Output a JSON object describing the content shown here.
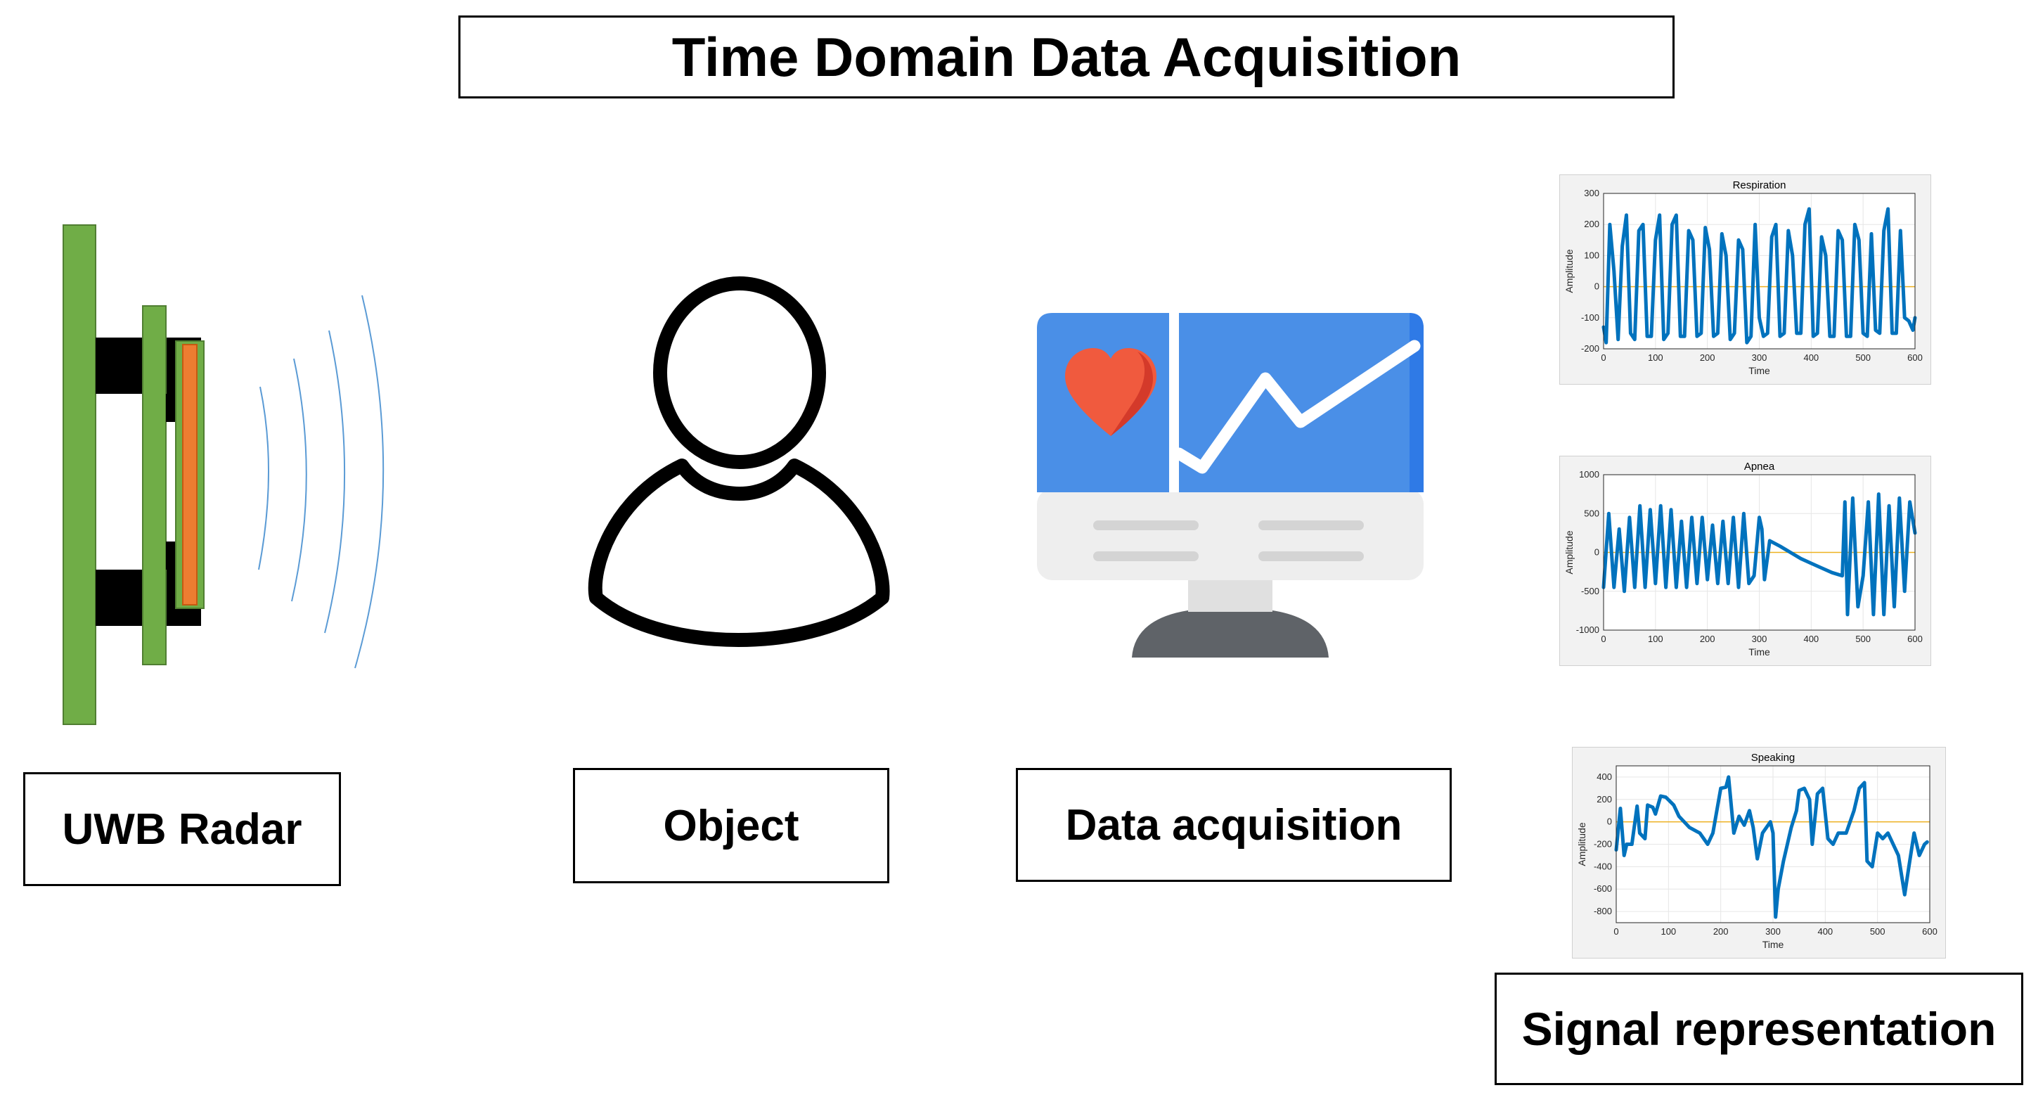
{
  "title": "Time Domain Data Acquisition",
  "labels": {
    "radar": "UWB Radar",
    "object": "Object",
    "data_acquisition": "Data acquisition",
    "signal_representation": "Signal representation"
  },
  "colors": {
    "radar_green": "#70ad47",
    "radar_orange": "#ed7d31",
    "wave_blue": "#5b9bd5",
    "monitor_blue": "#4a8fe7",
    "heart_red": "#f05a3e",
    "signal_blue": "#0072bd",
    "zero_line": "#edb120"
  },
  "icons": [
    "uwb-radar-icon",
    "radar-wave-icon",
    "person-icon",
    "monitor-heart-icon"
  ],
  "chart_data": [
    {
      "type": "line",
      "title": "Respiration",
      "xlabel": "Time",
      "ylabel": "Amplitude",
      "xlim": [
        0,
        600
      ],
      "ylim": [
        -200,
        300
      ],
      "xticks": [
        0,
        100,
        200,
        300,
        400,
        500,
        600
      ],
      "yticks": [
        -200,
        -100,
        0,
        100,
        200,
        300
      ],
      "series": [
        {
          "x": [
            0,
            5,
            12,
            20,
            28,
            36,
            44,
            52,
            60,
            68,
            76,
            84,
            92,
            100,
            108,
            116,
            124,
            132,
            140,
            148,
            156,
            164,
            172,
            180,
            188,
            196,
            204,
            212,
            220,
            228,
            236,
            244,
            252,
            260,
            268,
            276,
            284,
            292,
            300,
            308,
            316,
            324,
            332,
            340,
            348,
            356,
            364,
            372,
            380,
            388,
            396,
            404,
            412,
            420,
            428,
            436,
            444,
            452,
            460,
            468,
            476,
            484,
            492,
            500,
            508,
            516,
            524,
            532,
            540,
            548,
            556,
            564,
            572,
            580,
            588,
            596,
            600
          ],
          "y": [
            -130,
            -180,
            200,
            50,
            -170,
            130,
            230,
            -150,
            -170,
            180,
            200,
            -160,
            -160,
            150,
            230,
            -170,
            -150,
            200,
            230,
            -160,
            -160,
            180,
            150,
            -160,
            -150,
            190,
            120,
            -160,
            -150,
            170,
            100,
            -170,
            -150,
            150,
            120,
            -180,
            -160,
            200,
            -100,
            -160,
            -150,
            160,
            200,
            -160,
            -150,
            180,
            100,
            -150,
            -150,
            200,
            250,
            -160,
            -150,
            160,
            100,
            -160,
            -160,
            180,
            150,
            -160,
            -160,
            200,
            150,
            -150,
            -160,
            170,
            -140,
            -150,
            180,
            250,
            -150,
            -150,
            180,
            -100,
            -110,
            -140,
            -100
          ]
        }
      ]
    },
    {
      "type": "line",
      "title": "Apnea",
      "xlabel": "Time",
      "ylabel": "Amplitude",
      "xlim": [
        0,
        600
      ],
      "ylim": [
        -1000,
        1000
      ],
      "xticks": [
        0,
        100,
        200,
        300,
        400,
        500,
        600
      ],
      "yticks": [
        -1000,
        -500,
        0,
        500,
        1000
      ],
      "series": [
        {
          "x": [
            0,
            10,
            20,
            30,
            40,
            50,
            60,
            70,
            80,
            90,
            100,
            110,
            120,
            130,
            140,
            150,
            160,
            170,
            180,
            190,
            200,
            210,
            220,
            230,
            240,
            250,
            260,
            270,
            280,
            290,
            300,
            305,
            310,
            320,
            340,
            360,
            380,
            400,
            420,
            440,
            460,
            465,
            470,
            480,
            490,
            500,
            510,
            520,
            530,
            540,
            550,
            560,
            570,
            580,
            590,
            600
          ],
          "y": [
            -450,
            500,
            -450,
            300,
            -500,
            450,
            -450,
            600,
            -450,
            550,
            -400,
            600,
            -450,
            550,
            -450,
            400,
            -450,
            450,
            -400,
            450,
            -350,
            350,
            -400,
            400,
            -400,
            450,
            -450,
            500,
            -400,
            -300,
            450,
            300,
            -350,
            150,
            80,
            0,
            -80,
            -140,
            -200,
            -260,
            -300,
            650,
            -800,
            700,
            -700,
            -300,
            650,
            -800,
            750,
            -800,
            600,
            -700,
            700,
            -500,
            650,
            250
          ]
        }
      ]
    },
    {
      "type": "line",
      "title": "Speaking",
      "xlabel": "Time",
      "ylabel": "Amplitude",
      "xlim": [
        0,
        600
      ],
      "ylim": [
        -900,
        500
      ],
      "xticks": [
        0,
        100,
        200,
        300,
        400,
        500,
        600
      ],
      "yticks": [
        -800,
        -600,
        -400,
        -200,
        0,
        200,
        400
      ],
      "series": [
        {
          "x": [
            0,
            8,
            15,
            20,
            30,
            40,
            45,
            55,
            60,
            70,
            75,
            85,
            95,
            110,
            120,
            140,
            160,
            175,
            185,
            200,
            210,
            215,
            225,
            235,
            245,
            255,
            262,
            270,
            280,
            295,
            300,
            305,
            310,
            320,
            335,
            345,
            350,
            360,
            370,
            375,
            385,
            395,
            405,
            415,
            425,
            440,
            455,
            465,
            475,
            480,
            490,
            500,
            510,
            520,
            540,
            552,
            560,
            570,
            580,
            590,
            595
          ],
          "y": [
            -250,
            120,
            -300,
            -200,
            -200,
            140,
            -100,
            -150,
            150,
            130,
            70,
            230,
            220,
            150,
            50,
            -50,
            -100,
            -200,
            -100,
            300,
            310,
            400,
            -100,
            50,
            -30,
            100,
            -50,
            -330,
            -100,
            0,
            -100,
            -850,
            -600,
            -350,
            -50,
            100,
            280,
            300,
            200,
            -200,
            250,
            300,
            -150,
            -200,
            -100,
            -100,
            100,
            300,
            350,
            -350,
            -400,
            -100,
            -150,
            -100,
            -300,
            -650,
            -400,
            -100,
            -300,
            -200,
            -180
          ]
        }
      ]
    }
  ]
}
